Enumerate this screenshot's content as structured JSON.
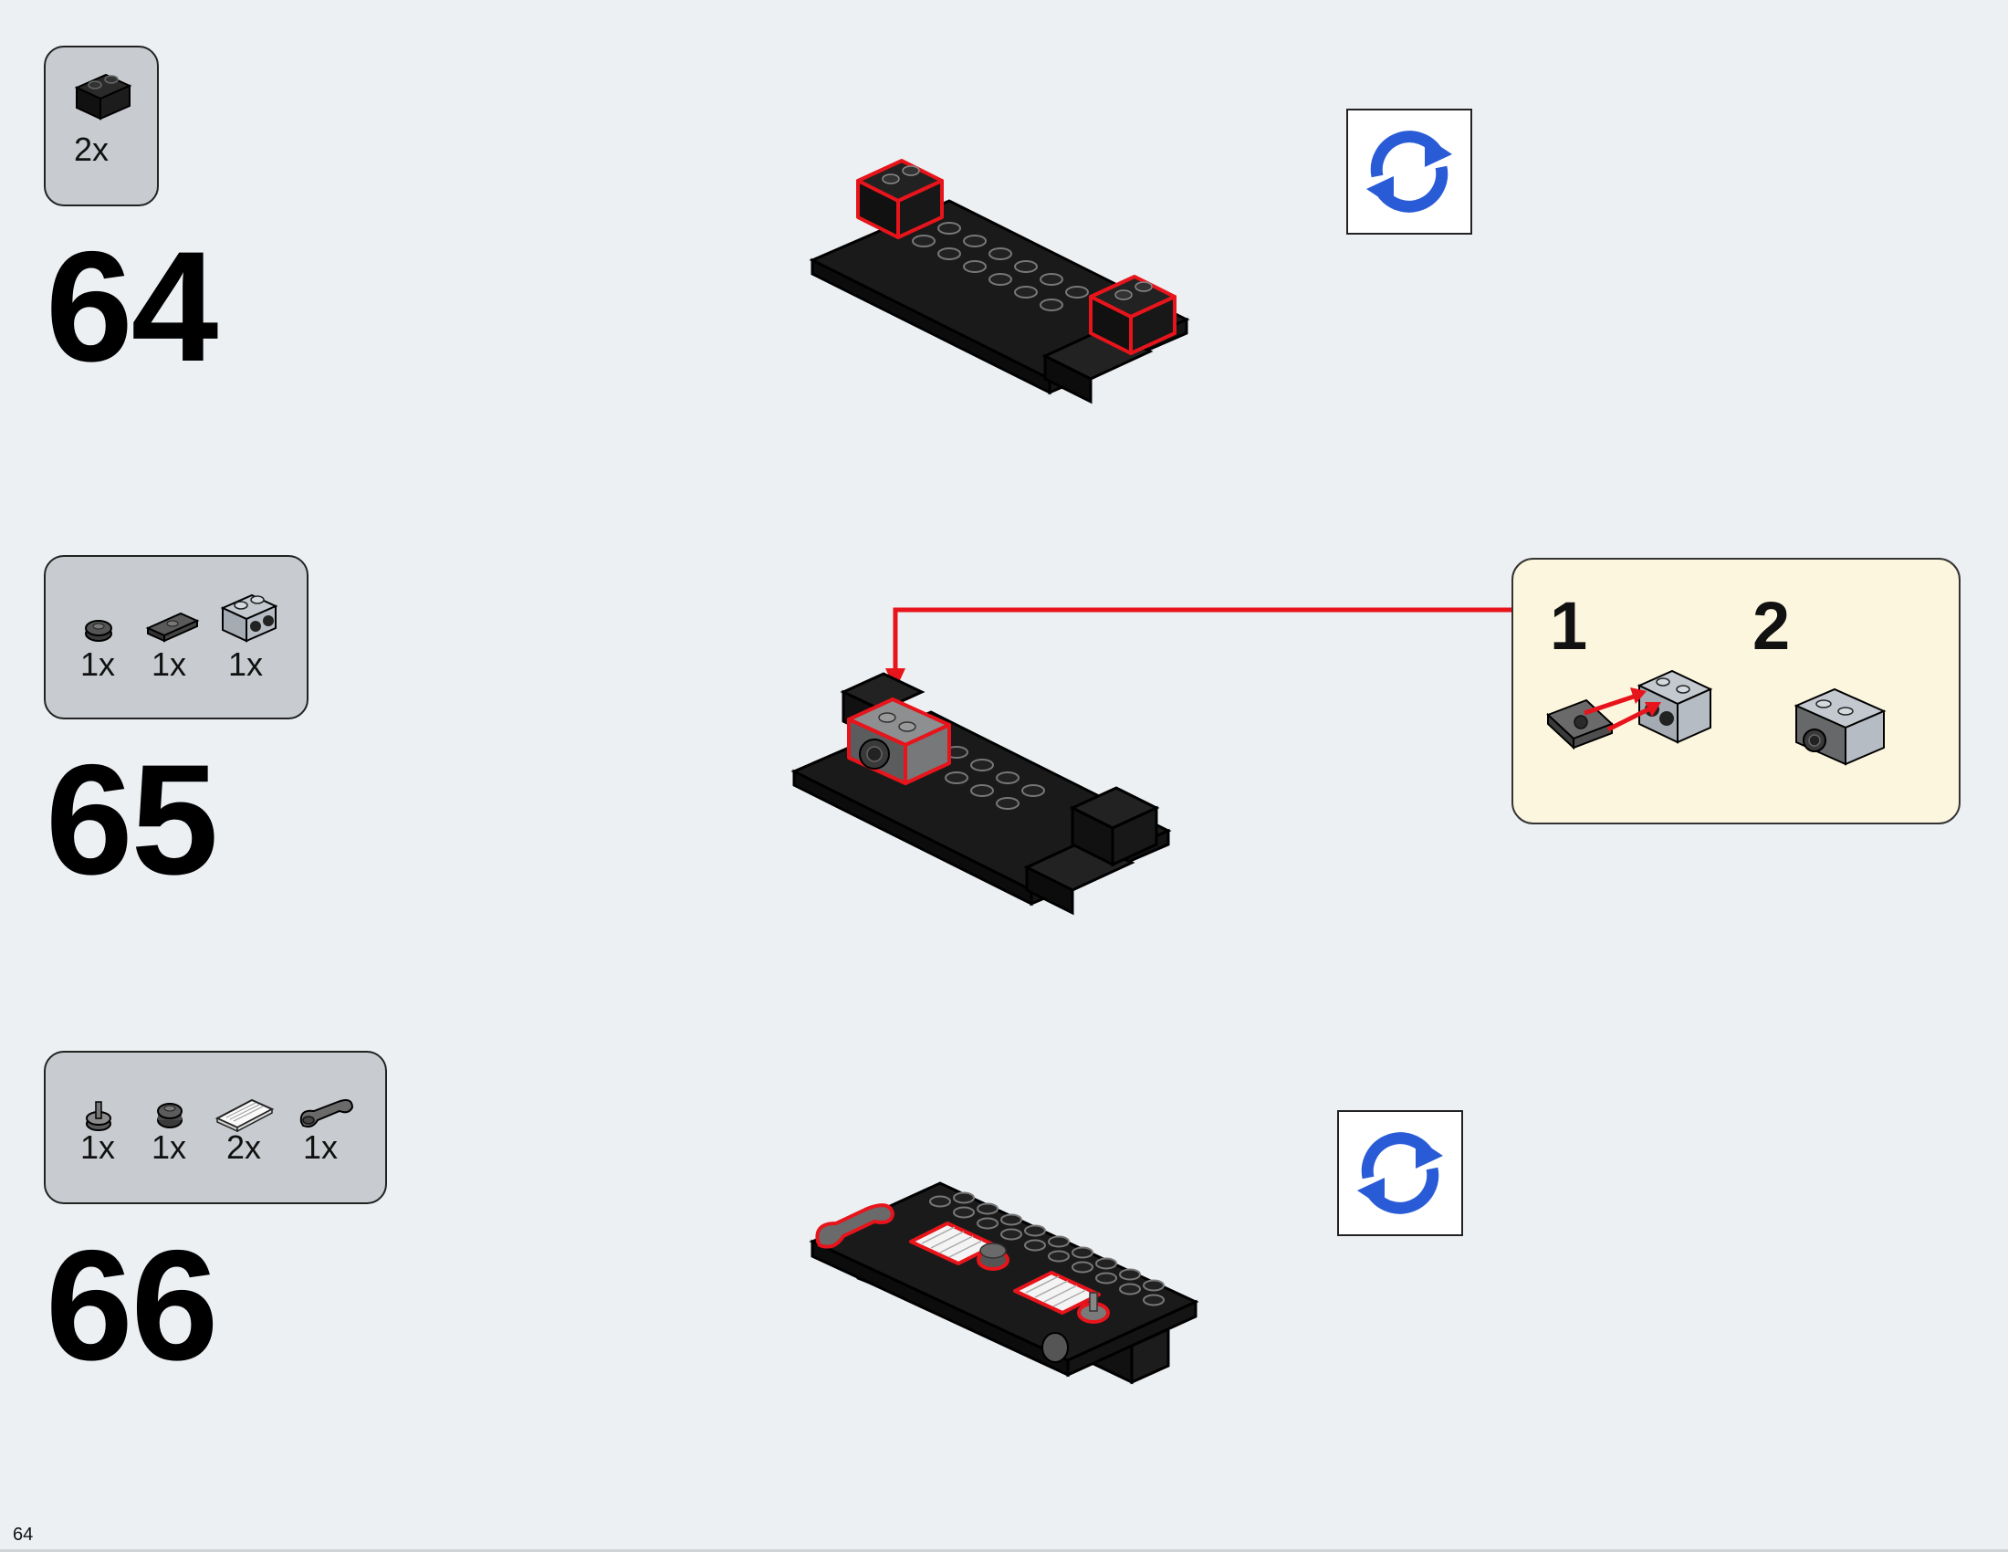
{
  "page": {
    "number": "64"
  },
  "steps": [
    {
      "number": "64",
      "parts": [
        {
          "icon": "black-brick-1x2-icon",
          "qty": "2x"
        }
      ],
      "rotate": true
    },
    {
      "number": "65",
      "parts": [
        {
          "icon": "dark-gray-round-plate-icon",
          "qty": "1x"
        },
        {
          "icon": "dark-gray-jumper-plate-icon",
          "qty": "1x"
        },
        {
          "icon": "light-gray-brick-with-studs-on-side-icon",
          "qty": "1x"
        }
      ],
      "callout": {
        "sub_steps": [
          "1",
          "2"
        ]
      }
    },
    {
      "number": "66",
      "parts": [
        {
          "icon": "gray-round-plate-with-bar-icon",
          "qty": "1x"
        },
        {
          "icon": "dark-gray-round-brick-icon",
          "qty": "1x"
        },
        {
          "icon": "white-grille-tile-icon",
          "qty": "2x"
        },
        {
          "icon": "dark-gray-bar-with-clip-icon",
          "qty": "1x"
        }
      ],
      "rotate": true
    }
  ],
  "colors": {
    "highlight": "#e8141b",
    "rotate_arrow": "#2a5bd7",
    "callout_bg": "#fdf6df",
    "parts_bg": "#c8ccd0",
    "page_bg": "#ecf0f3"
  }
}
